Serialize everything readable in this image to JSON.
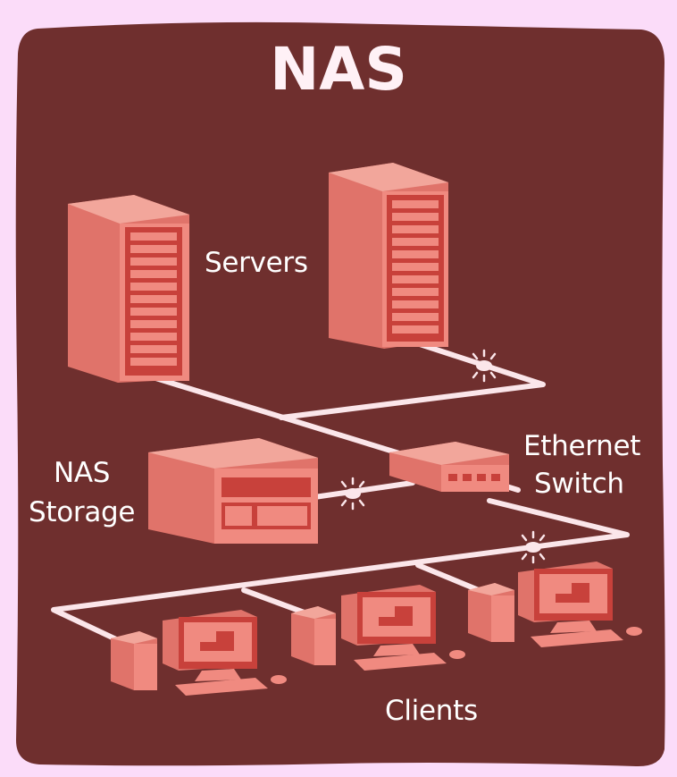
{
  "title": "NAS",
  "labels": {
    "servers": "Servers",
    "ethernet_switch_line1": "Ethernet",
    "ethernet_switch_line2": "Switch",
    "nas_storage_line1": "NAS",
    "nas_storage_line2": "Storage",
    "clients": "Clients"
  },
  "colors": {
    "outer_background": "#fbdcf9",
    "panel": "#6f2f2e",
    "device_light": "#f08a80",
    "device_mid": "#e0736a",
    "device_dark": "#c8413b",
    "cable": "#fbe6ea",
    "text": "#ffffff"
  },
  "icons": [
    "server-rack-icon",
    "nas-box-icon",
    "ethernet-switch-icon",
    "desktop-computer-icon",
    "network-port-icon"
  ]
}
